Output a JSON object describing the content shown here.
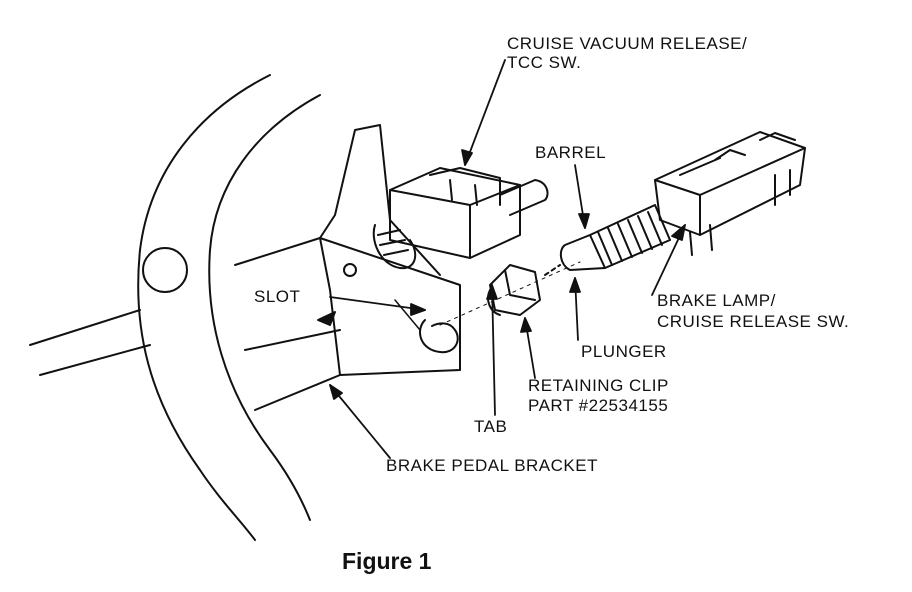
{
  "labels": {
    "cruise_vacuum_line1": "CRUISE VACUUM RELEASE/",
    "cruise_vacuum_line2": "TCC SW.",
    "barrel": "BARREL",
    "slot": "SLOT",
    "brake_lamp_line1": "BRAKE LAMP/",
    "brake_lamp_line2": "CRUISE RELEASE SW.",
    "plunger": "PLUNGER",
    "retaining_clip_line1": "RETAINING CLIP",
    "retaining_clip_line2": "PART #22534155",
    "tab": "TAB",
    "brake_pedal_bracket": "BRAKE PEDAL BRACKET"
  },
  "caption": "Figure 1",
  "colors": {
    "ink": "#111111",
    "paper": "#ffffff"
  }
}
